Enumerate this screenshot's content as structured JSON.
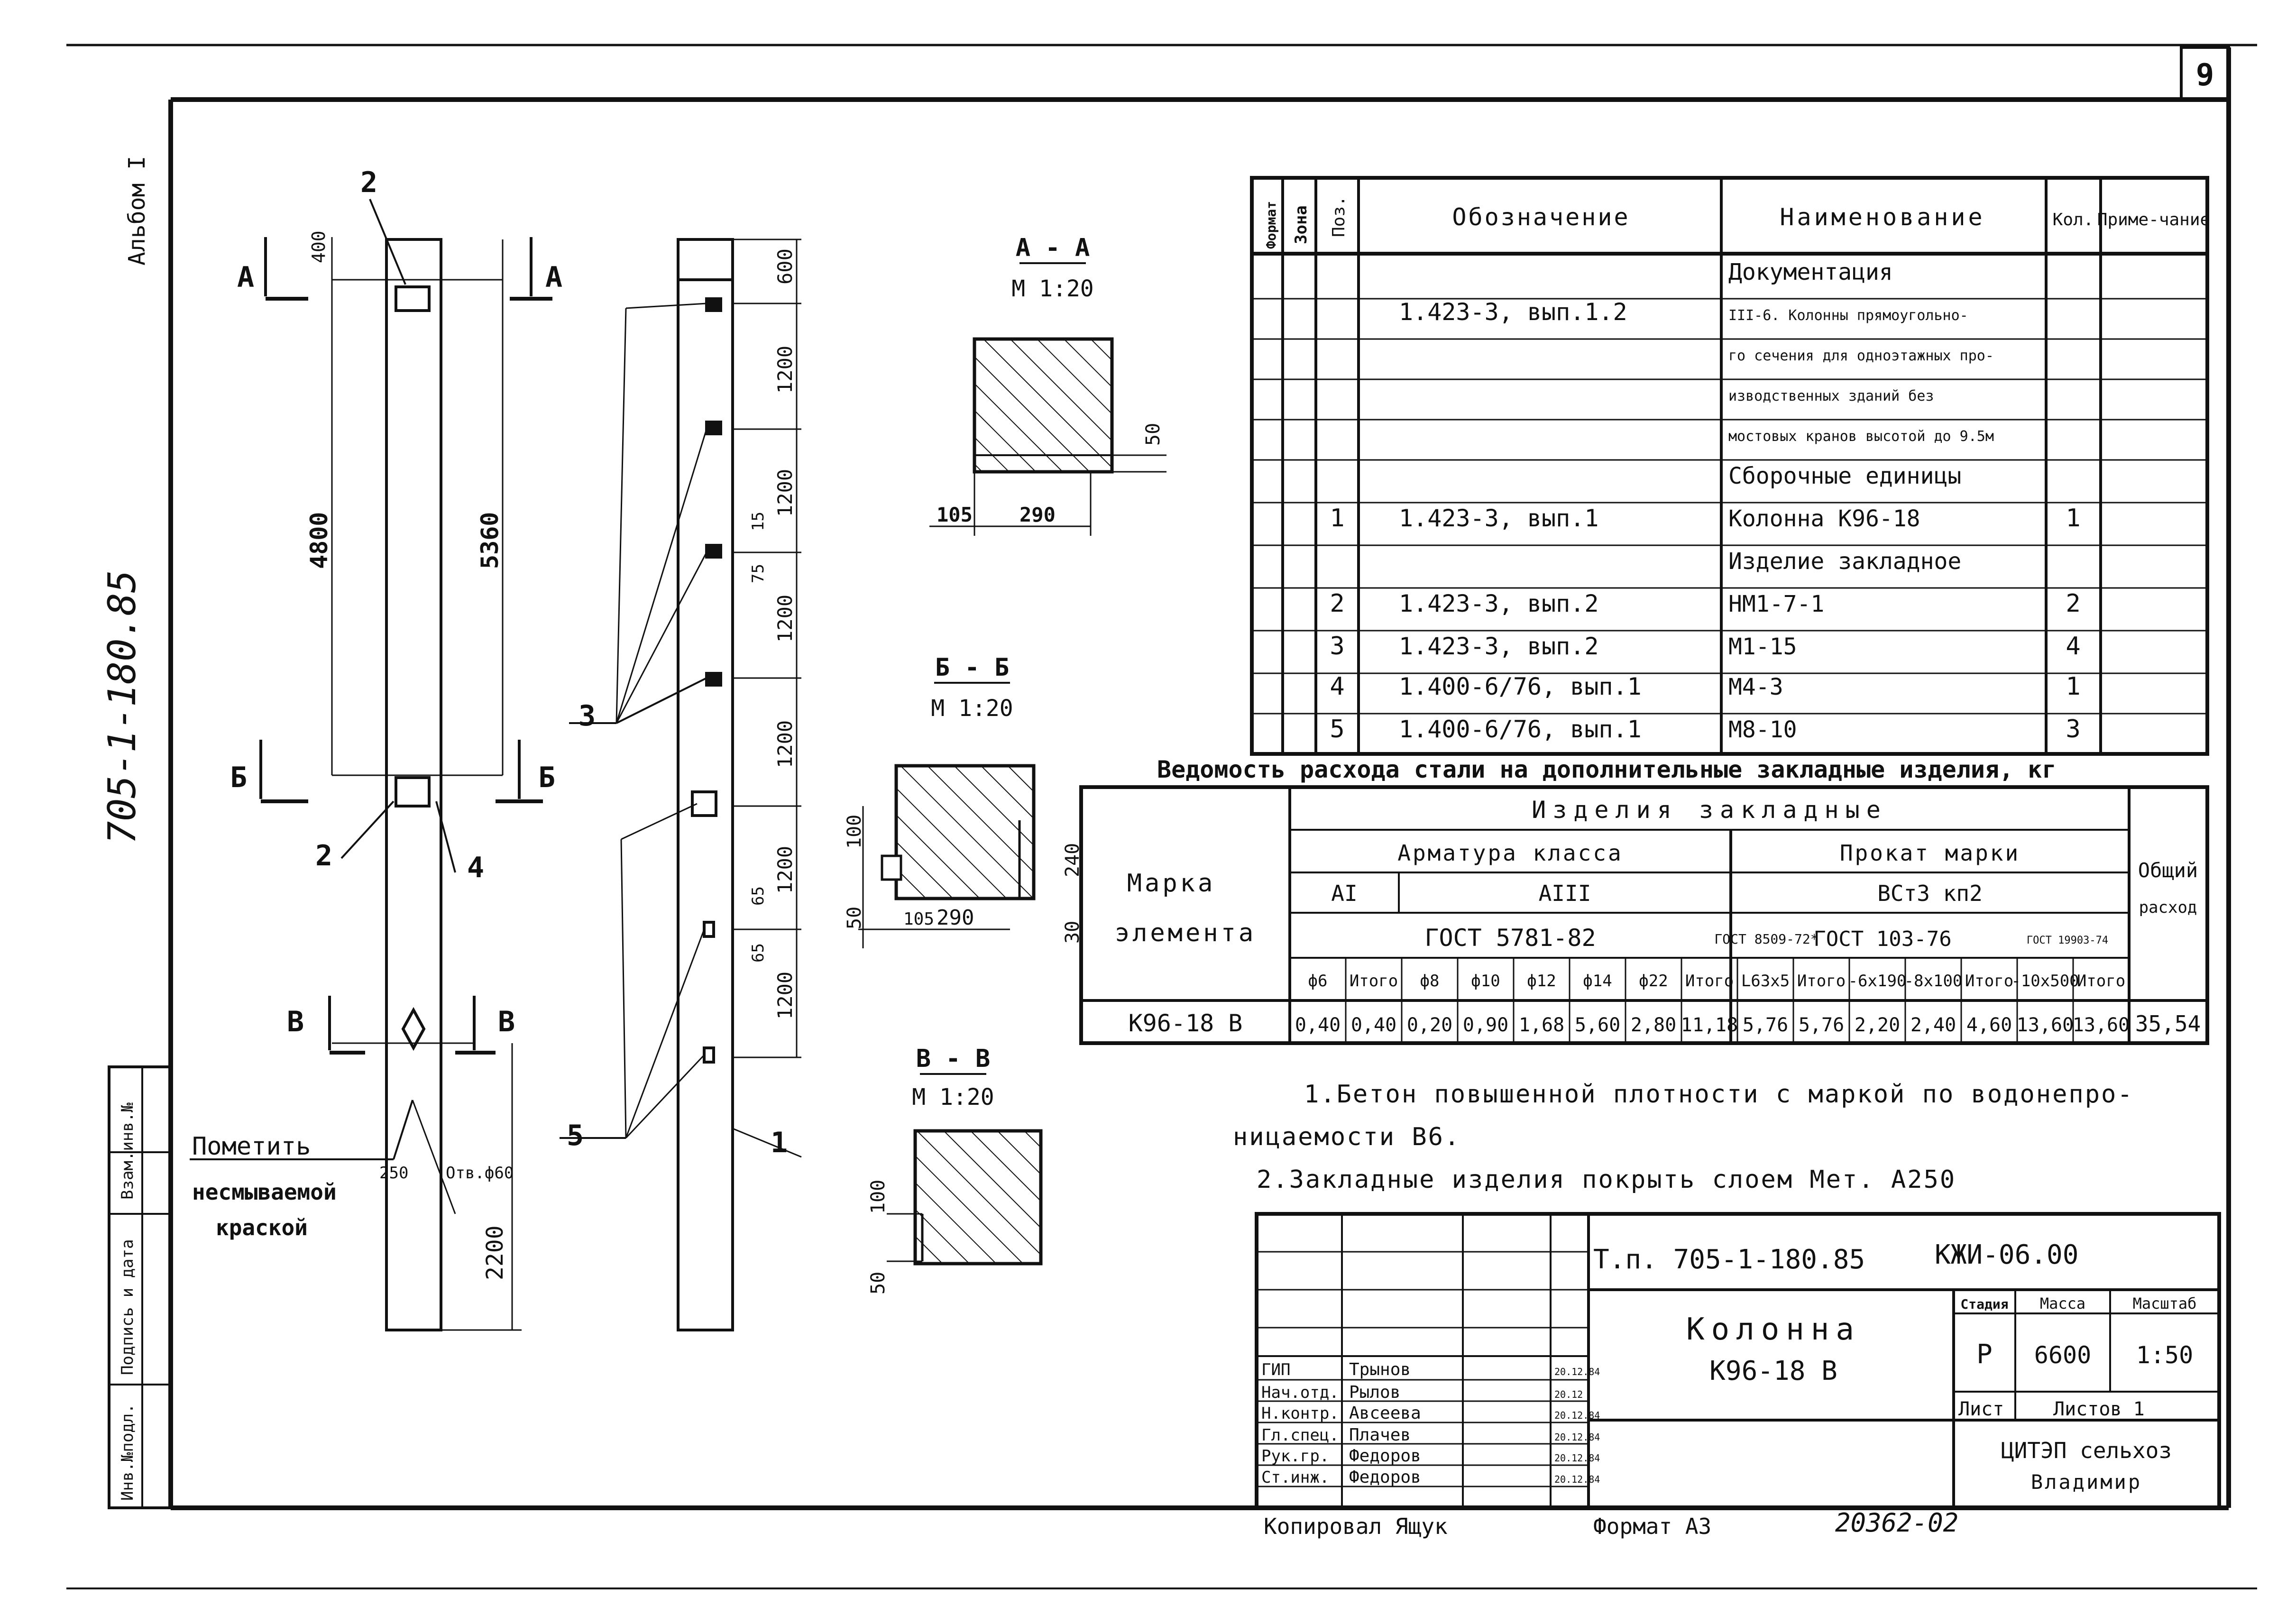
{
  "sheet_number": "9",
  "side_labels": {
    "album": "Альбом I",
    "doc_code": "705-1-180.85",
    "stamp": [
      "Инв.№подл.",
      "Подпись и дата",
      "Взам.инв.№"
    ]
  },
  "column_drawing": {
    "section_marks": [
      "А",
      "А",
      "Б",
      "Б",
      "В",
      "В"
    ],
    "left_dims": [
      "400",
      "4800",
      "2200"
    ],
    "right_dim": "5360",
    "callouts": [
      "2",
      "2",
      "4",
      "3",
      "5",
      "1"
    ],
    "note_lines": [
      "Пометить",
      "несмываемой",
      "краской"
    ],
    "hole_label": "Отв.ф60",
    "hole_dim": "250",
    "side_dims": [
      "600",
      "1200",
      "1200",
      "1200",
      "1200",
      "1200",
      "1200"
    ],
    "small_dims": [
      "15",
      "75",
      "65",
      "65"
    ]
  },
  "sections": [
    {
      "title": "А - А",
      "scale": "М 1:20",
      "dims": [
        "105",
        "290",
        "50"
      ]
    },
    {
      "title": "Б - Б",
      "scale": "М 1:20",
      "dims": [
        "100",
        "50",
        "105",
        "290",
        "240",
        "30"
      ]
    },
    {
      "title": "В - В",
      "scale": "М 1:20",
      "dims": [
        "100",
        "50"
      ]
    }
  ],
  "spec_table": {
    "headers": [
      "Формат",
      "Зона",
      "Поз.",
      "Обозначение",
      "Наименование",
      "Кол.",
      "Приме-чание"
    ],
    "rows": [
      {
        "pos": "",
        "designation": "",
        "name": "Документация",
        "qty": ""
      },
      {
        "pos": "",
        "designation": "1.423-3, вып.1.2",
        "name": "III-6. Колонны прямоугольно-",
        "qty": ""
      },
      {
        "pos": "",
        "designation": "",
        "name": "го сечения для одноэтажных про-",
        "qty": ""
      },
      {
        "pos": "",
        "designation": "",
        "name": "изводственных зданий без",
        "qty": ""
      },
      {
        "pos": "",
        "designation": "",
        "name": "мостовых кранов высотой до 9.5м",
        "qty": ""
      },
      {
        "pos": "",
        "designation": "",
        "name": "Сборочные единицы",
        "qty": ""
      },
      {
        "pos": "1",
        "designation": "1.423-3, вып.1",
        "name": "Колонна К96-18",
        "qty": "1"
      },
      {
        "pos": "",
        "designation": "",
        "name": "Изделие закладное",
        "qty": ""
      },
      {
        "pos": "2",
        "designation": "1.423-3, вып.2",
        "name": "НМ1-7-1",
        "qty": "2"
      },
      {
        "pos": "3",
        "designation": "1.423-3, вып.2",
        "name": "М1-15",
        "qty": "4"
      },
      {
        "pos": "4",
        "designation": "1.400-6/76, вып.1",
        "name": "М4-3",
        "qty": "1"
      },
      {
        "pos": "5",
        "designation": "1.400-6/76, вып.1",
        "name": "М8-10",
        "qty": "3"
      }
    ]
  },
  "steel_table": {
    "title": "Ведомость расхода стали на дополнительные закладные изделия, кг",
    "mark_header": [
      "Марка",
      "элемента"
    ],
    "group_header": "Изделия закладные",
    "rebar_header": "Арматура класса",
    "rolled_header": "Прокат марки",
    "total_header": [
      "Общий",
      "расход"
    ],
    "class_AI": "AI",
    "class_AIII": "АIII",
    "rolled_grade": "ВСт3 кп2",
    "gost_rebar": "ГОСТ 5781-82",
    "gost_rolled": [
      "ГОСТ 8509-72*",
      "ГОСТ 103-76",
      "ГОСТ 19903-74"
    ],
    "columns": [
      "ф6",
      "Итого",
      "ф8",
      "ф10",
      "ф12",
      "ф14",
      "ф22",
      "Итого",
      "L63х5",
      "Итого",
      "-6х190",
      "-8х100",
      "Итого",
      "-10х500",
      "Итого"
    ],
    "row_mark": "К96-18 В",
    "values": [
      "0,40",
      "0,40",
      "0,20",
      "0,90",
      "1,68",
      "5,60",
      "2,80",
      "11,18",
      "5,76",
      "5,76",
      "2,20",
      "2,40",
      "4,60",
      "13,60",
      "13,60"
    ],
    "total": "35,54"
  },
  "notes": [
    "1.Бетон повышенной плотности с маркой по водонепро-",
    "ницаемости В6.",
    "2.Закладные изделия покрыть слоем Мет. А250"
  ],
  "title_block": {
    "project": "Т.п. 705-1-180.85",
    "code": "КЖИ-06.00",
    "name": [
      "Колонна",
      "К96-18 В"
    ],
    "stage_header": "Стадия",
    "mass_header": "Масса",
    "scale_header": "Масштаб",
    "stage": "Р",
    "mass": "6600",
    "scale": "1:50",
    "sheet_label": "Лист",
    "sheets_label": "Листов 1",
    "org": [
      "ЦИТЭП сельхоз",
      "Владимир"
    ],
    "signatures": [
      {
        "role": "ГИП",
        "name": "Трынов",
        "date": "20.12.84"
      },
      {
        "role": "Нач.отд.",
        "name": "Рылов",
        "date": "20.12"
      },
      {
        "role": "Н.контр.",
        "name": "Авсеева",
        "date": "20.12.84"
      },
      {
        "role": "Гл.спец.",
        "name": "Плачев",
        "date": "20.12.84"
      },
      {
        "role": "Рук.гр.",
        "name": "Федоров",
        "date": "20.12.84"
      },
      {
        "role": "Ст.инж.",
        "name": "Федоров",
        "date": "20.12.84"
      }
    ]
  },
  "footer": {
    "copied": "Копировал Ящук",
    "format": "Формат А3",
    "number": "20362-02"
  }
}
